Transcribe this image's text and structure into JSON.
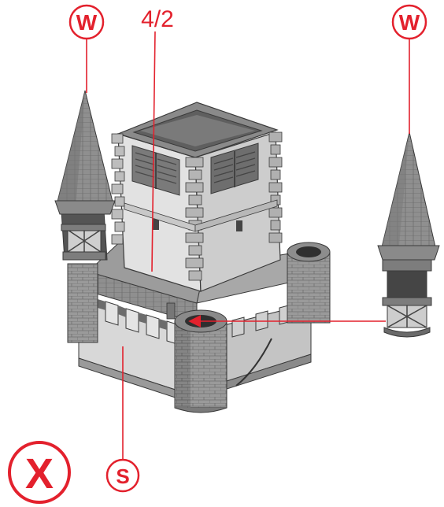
{
  "callouts": {
    "w_left": "W",
    "w_right": "W",
    "part_number": "4/2",
    "s_label": "S",
    "x_label": "X"
  },
  "colors": {
    "accent": "#e3212d",
    "model_dark": "#6a6a6a",
    "model_mid": "#9c9c9c",
    "model_light": "#d6d6d6",
    "model_stone": "#b3b3b3",
    "outline": "#3a3a3a"
  }
}
